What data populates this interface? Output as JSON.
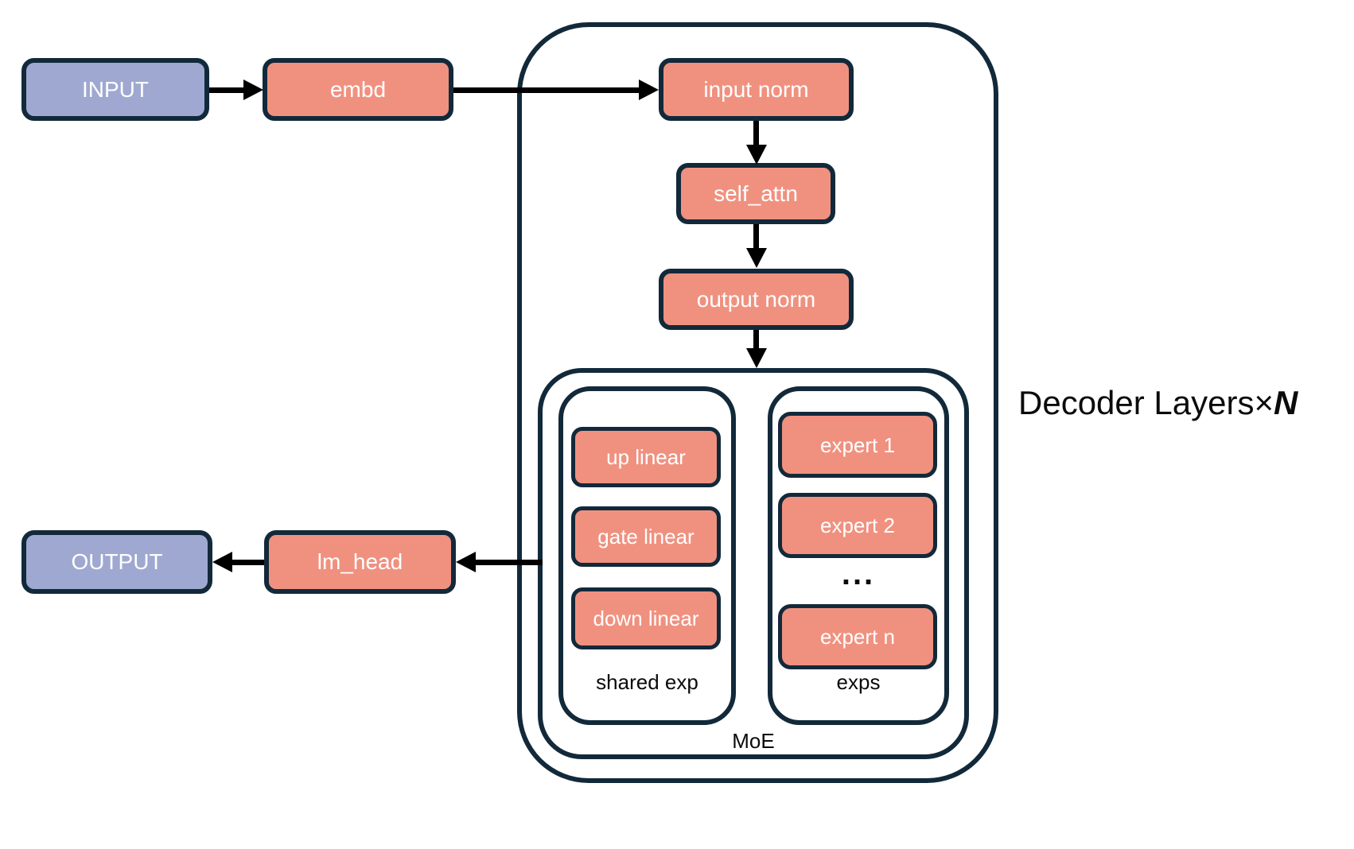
{
  "colors": {
    "navy": "#12293a",
    "salmon": "#f0917f",
    "periwinkle": "#9fa8d0",
    "black": "#000000"
  },
  "nodes": {
    "input": "INPUT",
    "embd": "embd",
    "input_norm": "input norm",
    "self_attn": "self_attn",
    "output_norm": "output norm",
    "lm_head": "lm_head",
    "output": "OUTPUT"
  },
  "decoder": {
    "label_main": "Decoder Layers",
    "label_times": "×",
    "label_n": "N"
  },
  "moe": {
    "label": "MoE",
    "shared": {
      "label": "shared exp",
      "items": [
        "up linear",
        "gate linear",
        "down linear"
      ]
    },
    "experts": {
      "label": "exps",
      "items": [
        "expert 1",
        "expert 2",
        "expert n"
      ],
      "ellipsis": "..."
    }
  }
}
